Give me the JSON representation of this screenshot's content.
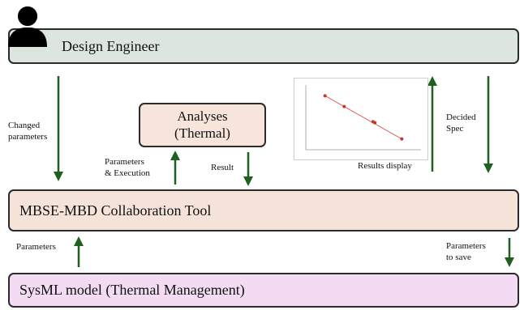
{
  "engineer": {
    "label": "Design Engineer"
  },
  "tool": {
    "label": "MBSE-MBD Collaboration Tool"
  },
  "sysml": {
    "label": "SysML model (Thermal Management)"
  },
  "analyses": {
    "label": "Analyses\n(Thermal)"
  },
  "labels": {
    "changed_parameters": "Changed\nparameters",
    "parameters_execution": "Parameters\n& Execution",
    "result": "Result",
    "results_display": "Results display",
    "decided_spec": "Decided\nSpec",
    "parameters": "Parameters",
    "parameters_to_save": "Parameters\nto save"
  },
  "icons": {
    "person": "person-icon"
  },
  "colors": {
    "engineer_fill": "#dce6df",
    "tool_fill": "#f5e3da",
    "sysml_fill": "#f2dbf3",
    "analyses_fill": "#f7e4db",
    "arrow": "#1f5f1f",
    "plot_line": "#e06060"
  },
  "chart_data": {
    "type": "scatter",
    "title": "",
    "xlabel": "",
    "ylabel": "",
    "x": [
      1,
      2,
      3.5,
      3.6,
      5
    ],
    "y": [
      5,
      4,
      2.6,
      2.5,
      1
    ],
    "xlim": [
      0,
      6
    ],
    "ylim": [
      0,
      6
    ],
    "trendline": true
  }
}
